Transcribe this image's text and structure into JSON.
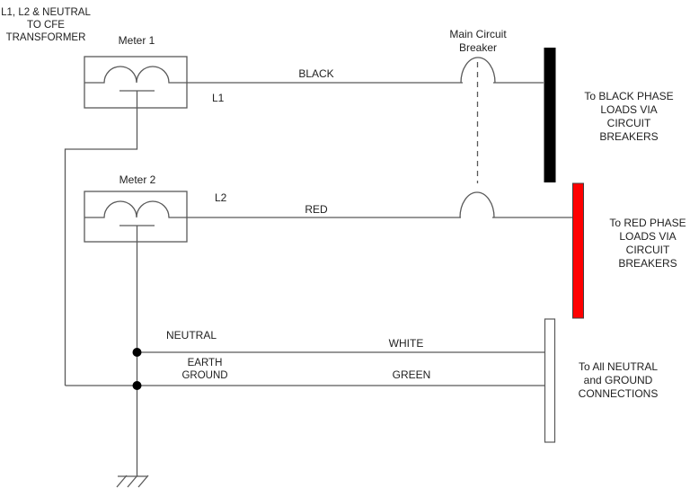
{
  "labels": {
    "source": {
      "line1": "L1, L2 & NEUTRAL",
      "line2": "TO CFE",
      "line3": "TRANSFORMER"
    },
    "meter1": "Meter 1",
    "meter2": "Meter 2",
    "main_breaker": {
      "line1": "Main Circuit",
      "line2": "Breaker"
    },
    "l1": "L1",
    "l2": "L2",
    "wire_black": "BLACK",
    "wire_red": "RED",
    "wire_white": "WHITE",
    "wire_green": "GREEN",
    "neutral": "NEUTRAL",
    "earth_ground": {
      "line1": "EARTH",
      "line2": "GROUND"
    },
    "to_black_phase": {
      "line1": "To BLACK PHASE",
      "line2": "LOADS VIA",
      "line3": "CIRCUIT",
      "line4": "BREAKERS"
    },
    "to_red_phase": {
      "line1": "To RED PHASE",
      "line2": "LOADS VIA",
      "line3": "CIRCUIT",
      "line4": "BREAKERS"
    },
    "to_neutral_ground": {
      "line1": "To All NEUTRAL",
      "line2": "and GROUND",
      "line3": "CONNECTIONS"
    }
  },
  "colors": {
    "line": "#595959",
    "text": "#212121",
    "black_bus": "#000000",
    "red_bus": "#fe0000",
    "white_bus": "#ffffff",
    "bus_outline": "#404040"
  }
}
